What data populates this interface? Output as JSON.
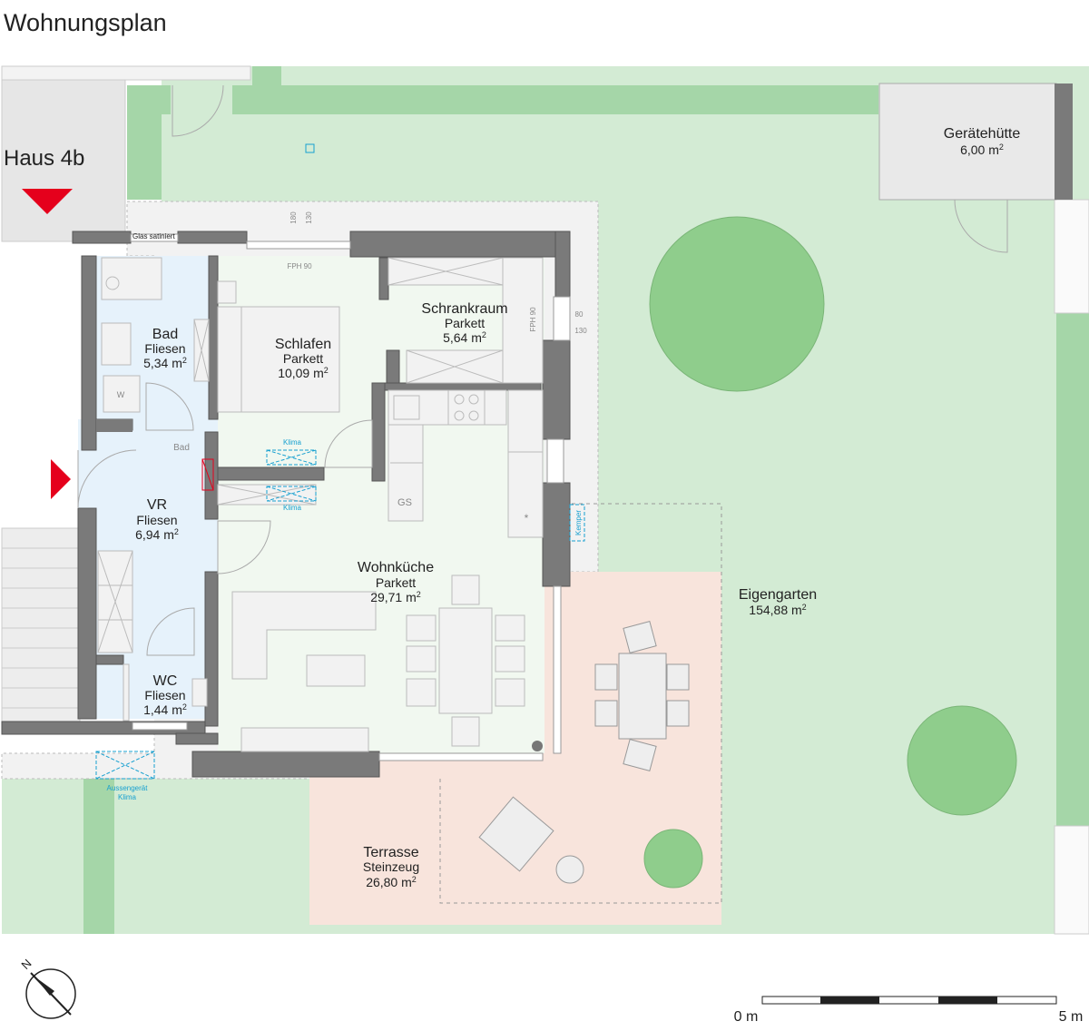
{
  "page": {
    "title": "Wohnungsplan"
  },
  "building": {
    "label": "Haus 4b"
  },
  "rooms": [
    {
      "id": "bad",
      "name": "Bad",
      "floor": "Fliesen",
      "area": "5,34 m",
      "sup": "2"
    },
    {
      "id": "schlafen",
      "name": "Schlafen",
      "floor": "Parkett",
      "area": "10,09 m",
      "sup": "2"
    },
    {
      "id": "schrank",
      "name": "Schrankraum",
      "floor": "Parkett",
      "area": "5,64 m",
      "sup": "2"
    },
    {
      "id": "vr",
      "name": "VR",
      "floor": "Fliesen",
      "area": "6,94 m",
      "sup": "2"
    },
    {
      "id": "wohnkueche",
      "name": "Wohnküche",
      "floor": "Parkett",
      "area": "29,71 m",
      "sup": "2"
    },
    {
      "id": "wc",
      "name": "WC",
      "floor": "Fliesen",
      "area": "1,44 m",
      "sup": "2"
    },
    {
      "id": "terrasse",
      "name": "Terrasse",
      "floor": "Steinzeug",
      "area": "26,80 m",
      "sup": "2"
    },
    {
      "id": "garten",
      "name": "Eigengarten",
      "floor": "",
      "area": "154,88 m",
      "sup": "2"
    },
    {
      "id": "huette",
      "name": "Gerätehütte",
      "floor": "",
      "area": "6,00 m",
      "sup": "2"
    }
  ],
  "annotations": {
    "glas": "Glas satiniert",
    "fph_top": "FPH 90",
    "fph_side": "FPH 90",
    "dim_180": "180",
    "dim_130_top": "130",
    "dim_80": "80",
    "dim_130_side": "130",
    "bad_small": "Bad",
    "gs": "GS",
    "klima_1": "Klima",
    "klima_2": "Klima",
    "kemper": "Kemper",
    "aussen_1": "Aussengerät",
    "aussen_2": "Klima",
    "washer": "W"
  },
  "compass": {
    "letter": "N"
  },
  "scale": {
    "start": "0 m",
    "end": "5 m"
  },
  "colors": {
    "garden": "#d3ebd4",
    "hedge": "#a5d6a8",
    "tree": "#8fcd8c",
    "terrace": "#f8e4dc",
    "wall": "#7a7a7a",
    "bath": "#e6f2fb",
    "interior": "#f1f8f0",
    "gravel": "#f2f2f2",
    "red": "#e5001c",
    "klima": "#17a0d0"
  }
}
